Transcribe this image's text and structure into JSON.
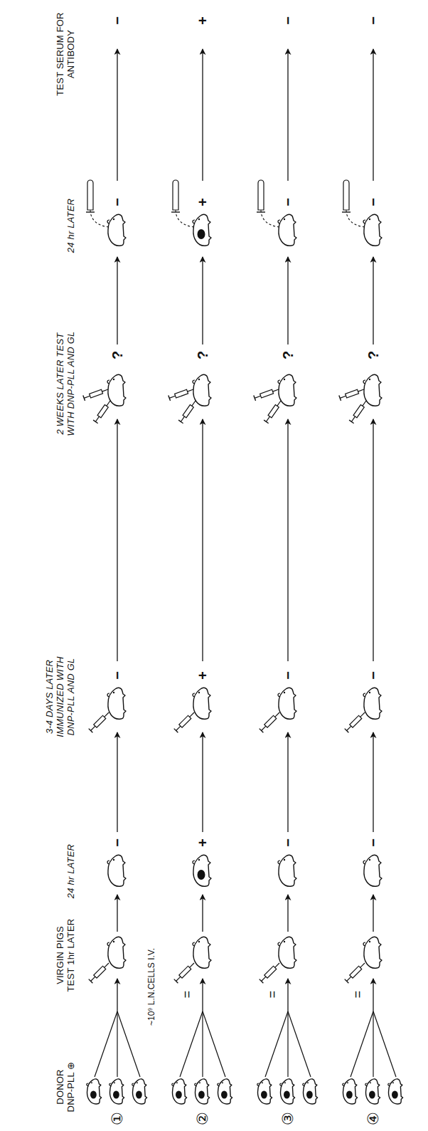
{
  "diagram": {
    "labels": [
      "DONOR DNP-PLL ⊕",
      "VIRGIN PIGS TEST 1hr LATER",
      "24 hr LATER",
      "3-4 DAYS LATER IMMUNIZED WITH DNP-PLL AND GL",
      "2 WEEKS LATER TEST WITH DNP-PLL AND GL",
      "24 hr LATER",
      "TEST SERUM FOR ANTIBODY",
      "①",
      "②",
      "③",
      "④",
      "~10⁹ L.N.CELLS I.V.",
      "=",
      "=",
      "=",
      "−",
      "−",
      "?",
      "−",
      "−",
      "+",
      "+",
      "?",
      "+",
      "+",
      "−",
      "−",
      "?",
      "−",
      "−",
      "−",
      "−",
      "?",
      "−",
      "−"
    ]
  }
}
